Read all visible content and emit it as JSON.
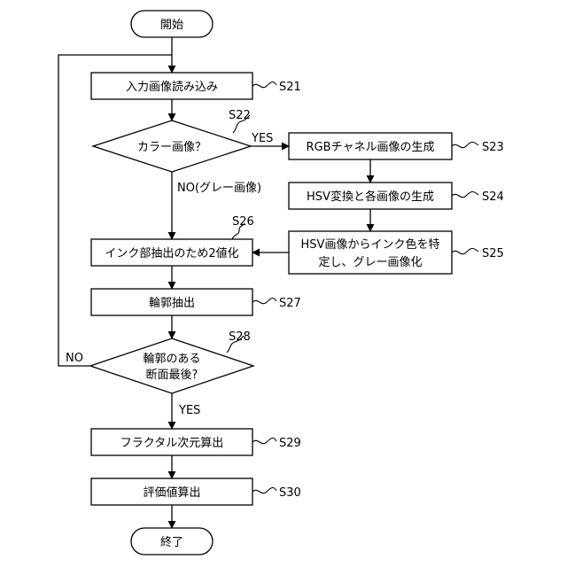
{
  "nodes": {
    "start": "開始",
    "n21": "入力画像読み込み",
    "n22": "カラー画像？",
    "n23": "RGBチャネル画像の生成",
    "n24": "HSV変換と各画像の生成",
    "n25_line1": "HSV画像からインク色を特",
    "n25_line2": "定し、グレー画像化",
    "n26": "インク部抽出のため2値化",
    "n27": "輪郭抽出",
    "n28_line1": "輪郭のある",
    "n28_line2": "断面最後?",
    "n29": "フラクタル次元算出",
    "n30": "評価値算出",
    "end": "終了"
  },
  "steps": {
    "s21": "S21",
    "s22": "S22",
    "s23": "S23",
    "s24": "S24",
    "s25": "S25",
    "s26": "S26",
    "s27": "S27",
    "s28": "S28",
    "s29": "S29",
    "s30": "S30"
  },
  "edges": {
    "s22_yes": "YES",
    "s22_no": "NO(グレー画像)",
    "s28_no": "NO",
    "s28_yes": "YES"
  }
}
